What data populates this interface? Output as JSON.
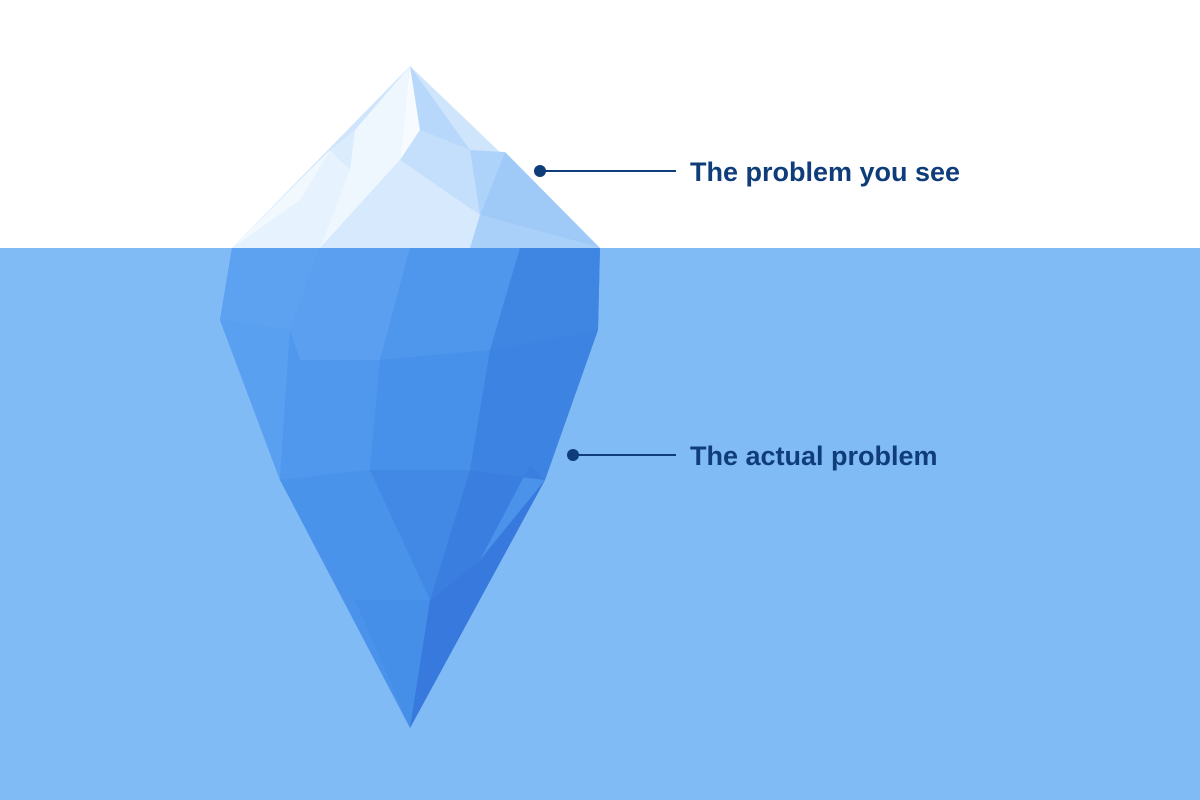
{
  "diagram": {
    "callouts": [
      {
        "id": "above",
        "text": "The problem you see"
      },
      {
        "id": "below",
        "text": "The actual problem"
      }
    ]
  },
  "colors": {
    "sky": "#ffffff",
    "water": "#7fb9f5",
    "ice_light": "#e3f0fd",
    "ice_mid": "#b9d8fb",
    "ice_blue": "#9cc8f7",
    "underwater_light": "#5a9ff0",
    "underwater_mid": "#4a90e8",
    "underwater_dark": "#3a7fe0",
    "text": "#0f3d7a"
  }
}
